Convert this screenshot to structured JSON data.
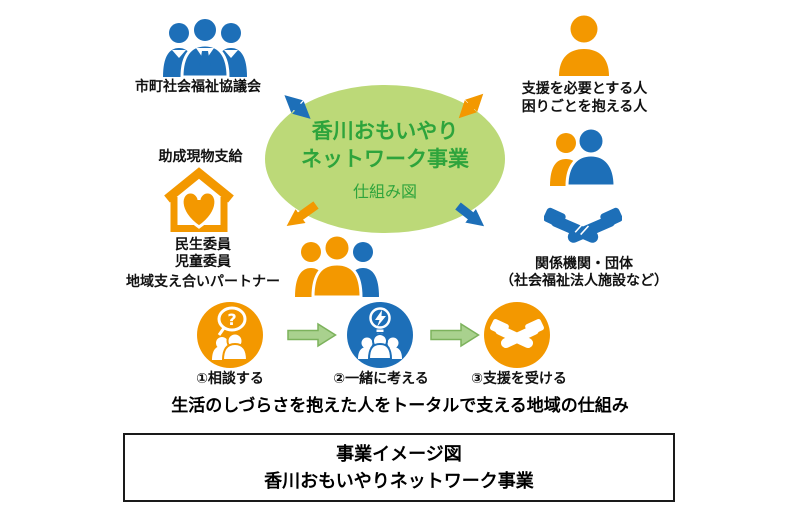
{
  "center": {
    "title_line1": "香川おもいやり",
    "title_line2": "ネットワーク事業",
    "subtitle": "仕組み図"
  },
  "nodes": {
    "council": {
      "label": "市町社会福祉協議会"
    },
    "support_needed": {
      "line1": "支援を必要とする人",
      "line2": "困りごとを抱える人"
    },
    "grant": {
      "label": "助成現物支給"
    },
    "committee": {
      "labels": [
        "民生委員",
        "児童委員",
        "地域支え合いパートナー"
      ]
    },
    "organizations": {
      "line1": "関係機関・団体",
      "line2": "（社会福祉法人施設など）"
    }
  },
  "steps": [
    {
      "label": "①相談する"
    },
    {
      "label": "②一緒に考える"
    },
    {
      "label": "③支援を受ける"
    }
  ],
  "summary": "生活のしづらさを抱えた人をトータルで支える地域の仕組み",
  "footer": {
    "line1": "事業イメージ図",
    "line2": "香川おもいやりネットワーク事業"
  },
  "colors": {
    "orange": "#F39800",
    "blue": "#1D6FB8",
    "ellipse_green": "#BCD978",
    "text_green": "#2EA43C",
    "flow_arrow_green": "#A9D18E",
    "flow_arrow_border": "#7CB25C"
  }
}
